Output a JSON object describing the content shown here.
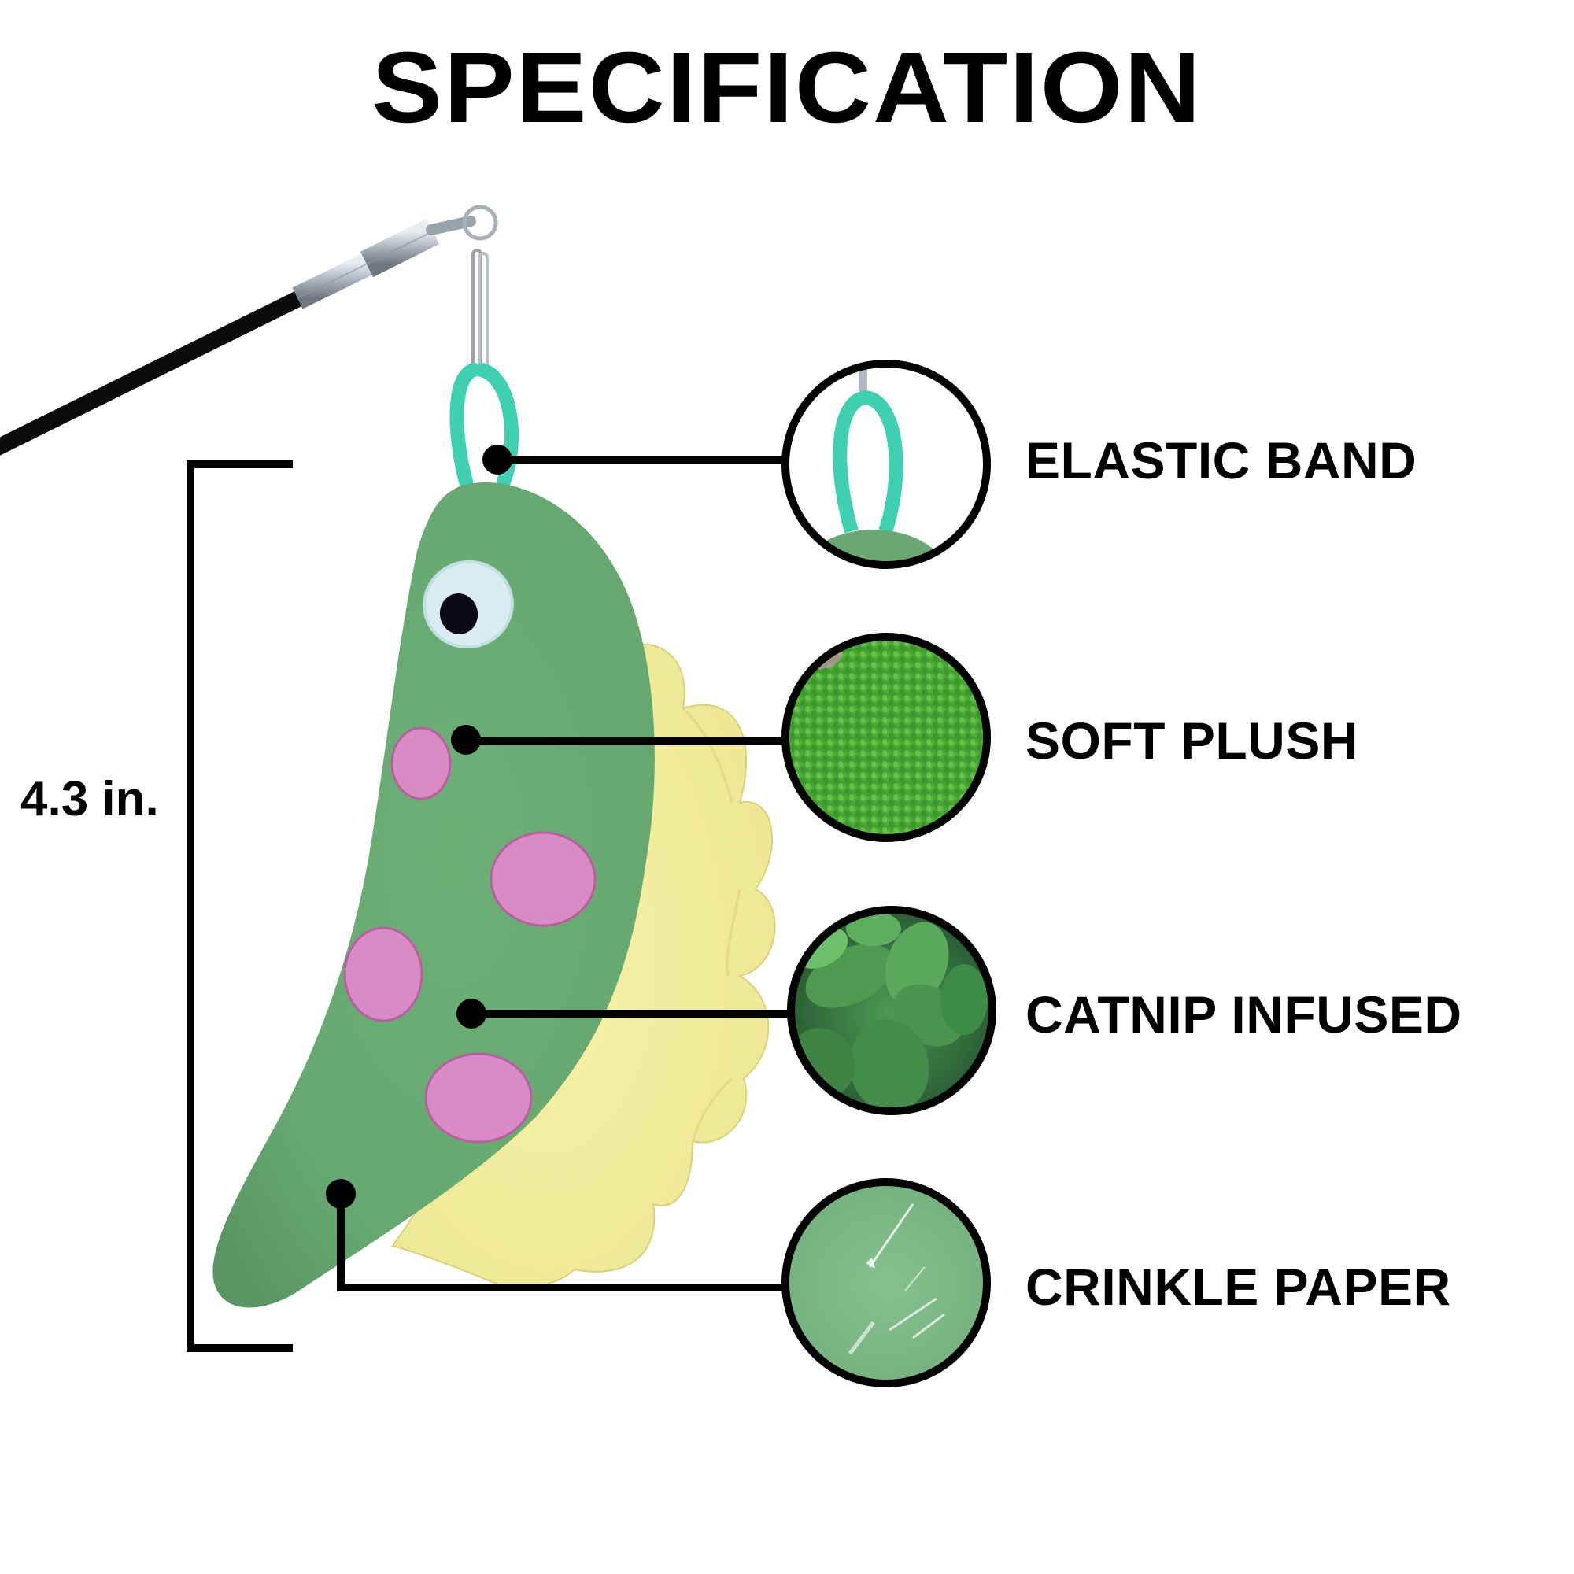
{
  "title": "SPECIFICATION",
  "dimension": {
    "label": "4.3 in."
  },
  "product": {
    "name": "dinosaur plush wand toy",
    "colors": {
      "body": "#6aa873",
      "body_shade": "#5a9a66",
      "spikes": "#f2ee9e",
      "spots": "#d98bc5",
      "eye_white": "#e6f2f3",
      "elastic": "#3fcfb1",
      "wand": "#0b0b0b",
      "metal": "#b9c0c7"
    }
  },
  "features": [
    {
      "id": "elastic",
      "label": "ELASTIC BAND",
      "icon": "elastic-loop-closeup"
    },
    {
      "id": "plush",
      "label": "SOFT PLUSH",
      "icon": "plush-fabric-closeup"
    },
    {
      "id": "catnip",
      "label": "CATNIP INFUSED",
      "icon": "catnip-leaves-closeup"
    },
    {
      "id": "crinkle",
      "label": "CRINKLE PAPER",
      "icon": "crinkle-paper-closeup"
    }
  ]
}
